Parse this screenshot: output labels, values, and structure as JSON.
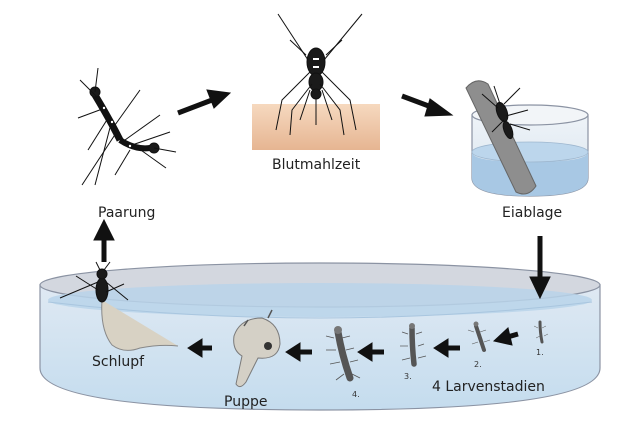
{
  "stages": {
    "mating": "Paarung",
    "blood_meal": "Blutmahlzeit",
    "egg_laying": "Eiablage",
    "larval_stages": "4 Larvenstadien",
    "pupa": "Puppe",
    "emergence": "Schlupf"
  },
  "larva_numbers": [
    "1.",
    "2.",
    "3.",
    "4."
  ],
  "colors": {
    "skin": "#f0c8a8",
    "water": "#bcd8ec",
    "dish_rim": "#c9cdd6",
    "egg_paper": "#8f8f8f",
    "arrow": "#111111"
  }
}
